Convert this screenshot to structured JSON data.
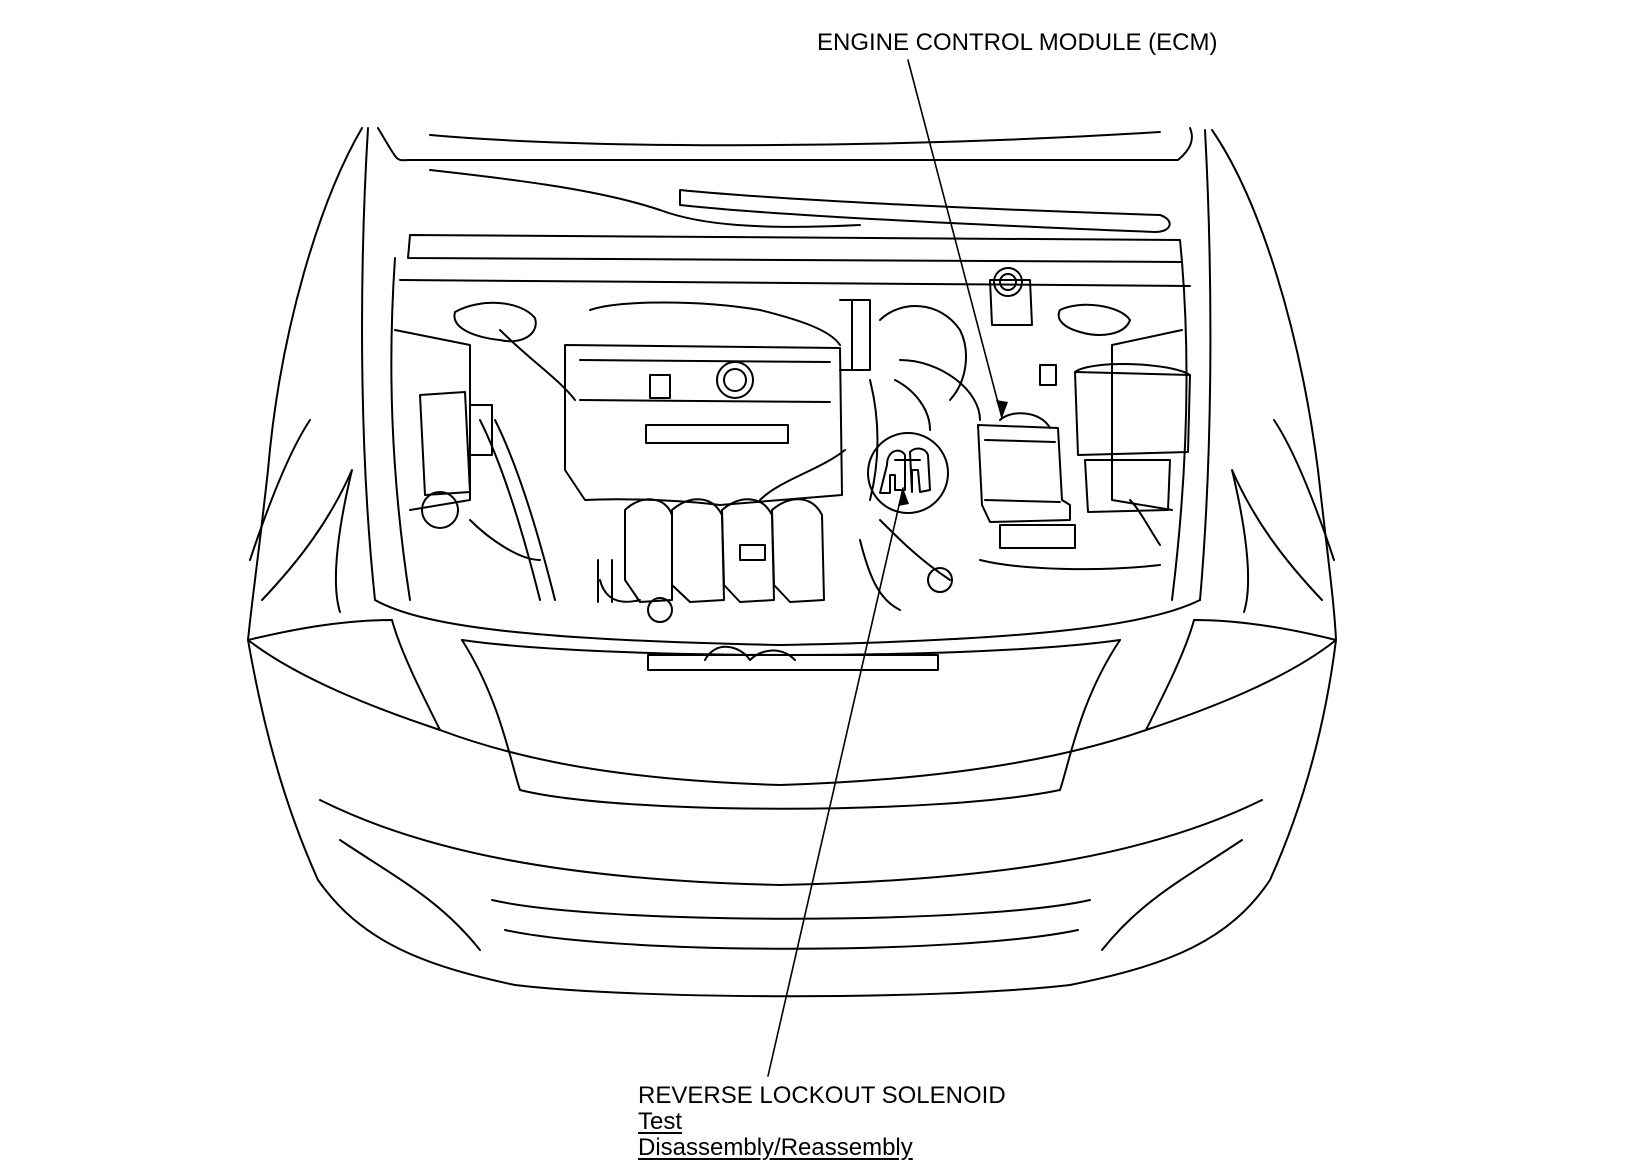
{
  "labels": {
    "ecm": "ENGINE CONTROL MODULE (ECM)",
    "reverse_lockout_solenoid": "REVERSE LOCKOUT SOLENOID"
  },
  "links": {
    "test": "Test",
    "disassembly": "Disassembly/Reassembly"
  },
  "colors": {
    "line": "#000000",
    "background": "#ffffff"
  }
}
